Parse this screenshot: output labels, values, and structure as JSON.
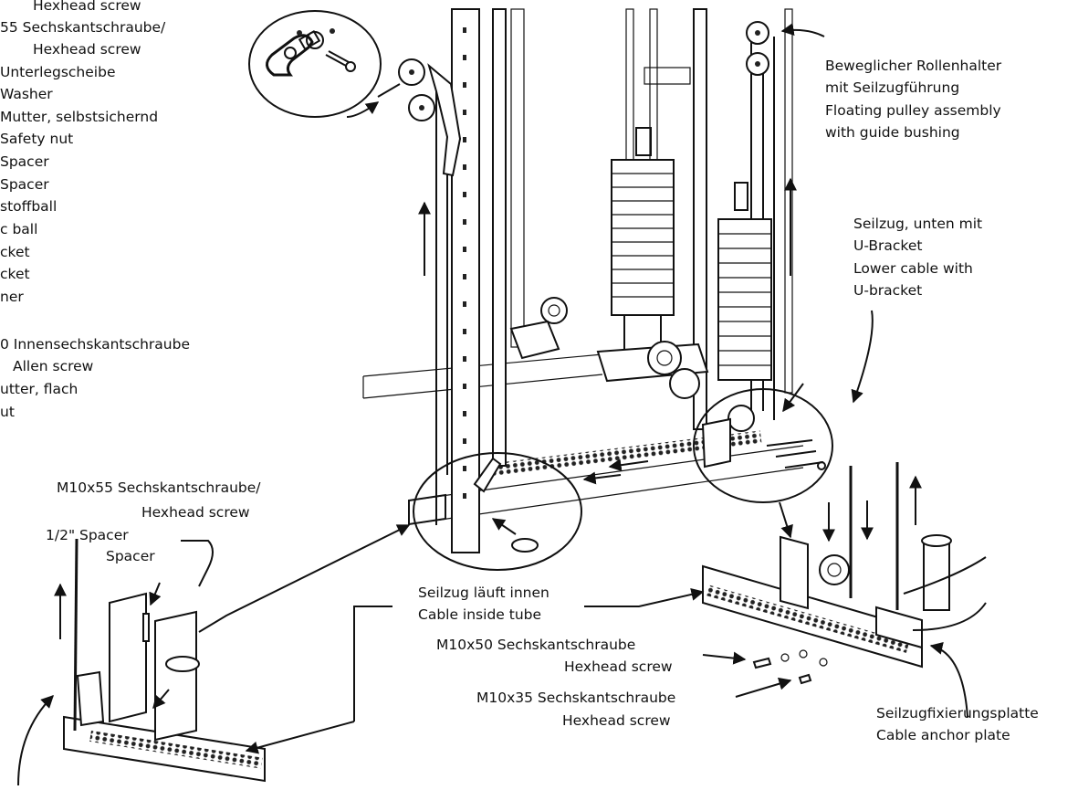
{
  "parts_list": {
    "lines": [
      "Hexhead screw",
      "55 Sechskantschraube/",
      "Hexhead screw",
      "Unterlegscheibe",
      "Washer",
      "Mutter, selbstsichernd",
      "Safety nut",
      "Spacer",
      "Spacer",
      "stoffball",
      "c ball",
      "cket",
      "cket",
      "ner",
      "0 Innensechskantschraube",
      "Allen screw",
      "utter, flach",
      "ut"
    ]
  },
  "callouts": {
    "floating_pulley": {
      "line1": "Beweglicher Rollenhalter",
      "line2": "mit Seilzugführung",
      "line3": "Floating pulley assembly",
      "line4": "with guide bushing"
    },
    "lower_cable": {
      "line1": "Seilzug, unten mit",
      "line2": "U-Bracket",
      "line3": "Lower cable with",
      "line4": "U-bracket"
    },
    "left_screw": {
      "line1": "M10x55 Sechskantschraube/",
      "line2": "Hexhead screw"
    },
    "left_spacer": {
      "line1": "1/2\" Spacer",
      "line2": "Spacer"
    },
    "cable_inside": {
      "line1": "Seilzug läuft innen",
      "line2": "Cable inside tube"
    },
    "m10x50": {
      "line1": "M10x50 Sechskantschraube",
      "line2": "Hexhead screw"
    },
    "m10x35": {
      "line1": "M10x35 Sechskantschraube",
      "line2": "Hexhead screw"
    },
    "anchor_plate": {
      "line1": "Seilzugfixierungsplatte",
      "line2": "Cable anchor plate"
    }
  }
}
